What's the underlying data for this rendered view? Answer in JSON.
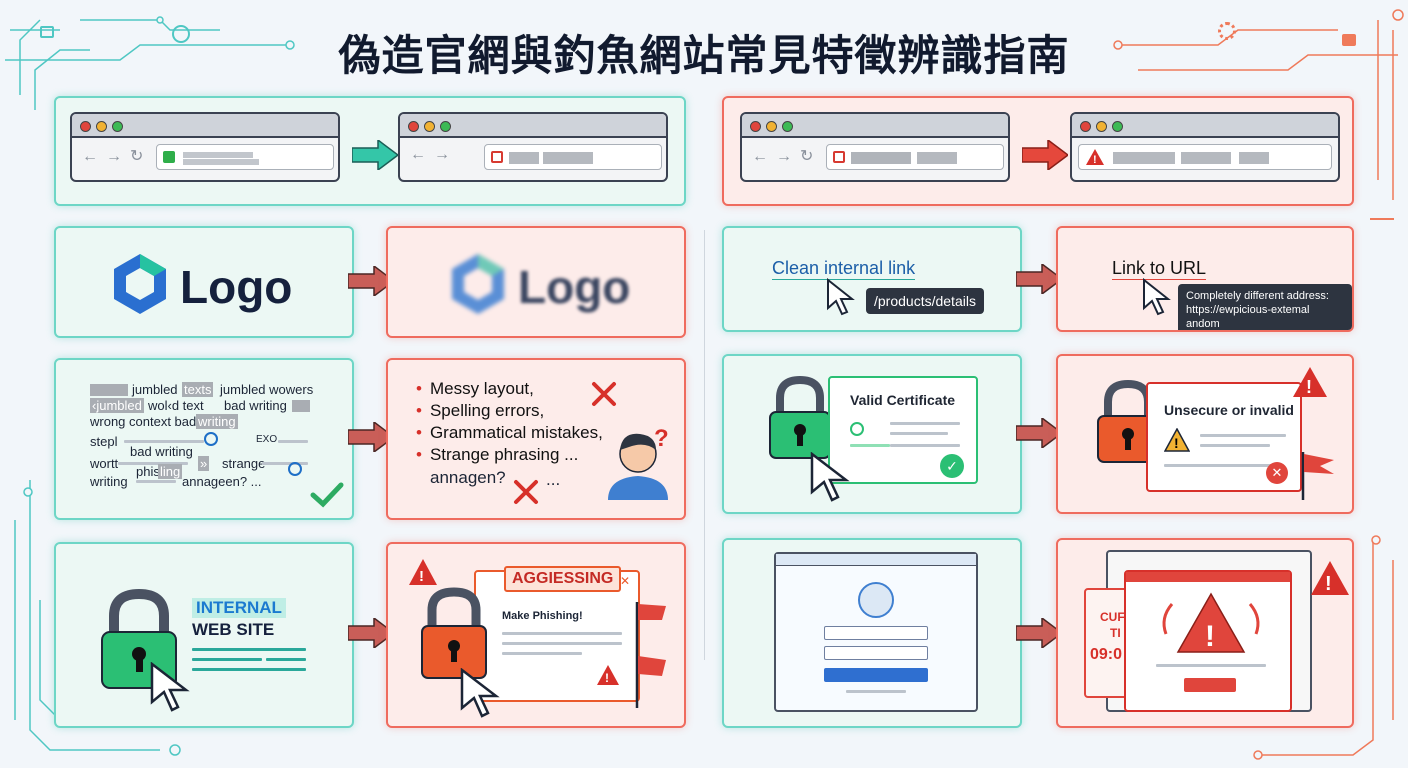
{
  "title": "偽造官網與釣魚網站常見特徵辨識指南",
  "logo": {
    "genuine": "Logo",
    "fake": "Logo"
  },
  "jumbled_text": {
    "lines": [
      [
        "jumbled",
        "texts",
        "jumbled wowers"
      ],
      [
        "‹jumbled",
        "wol‹d text",
        "bad writing"
      ],
      [
        "wrong context bad",
        "writing"
      ],
      [
        "stepl",
        "EXO"
      ],
      [
        "bad writing"
      ],
      [
        "wortt",
        "»",
        "strange"
      ],
      [
        "phis",
        "ling"
      ],
      [
        "writing",
        "annageen? ..."
      ]
    ]
  },
  "text_problems": [
    "Messy layout,",
    "Spelling errors,",
    "Grammatical mistakes,",
    "Strange phrasing ...",
    "annagen?",
    "..."
  ],
  "internal": {
    "line1": "INTERNAL",
    "line2": "WEB SITE"
  },
  "fake_popup": {
    "header": "AGGIESSING",
    "body": "Make Phishing!"
  },
  "links": {
    "clean_label": "Clean internal link",
    "clean_tip": "/products/details",
    "bad_label": "Link to URL",
    "bad_tip_line1": "Completely different address:",
    "bad_tip_line2": "https://ewpicious-extemal andom"
  },
  "certificates": {
    "valid": "Valid Certificate",
    "invalid": "Unsecure or invalid"
  },
  "scam": {
    "back_line1": "CUF",
    "back_line2": "TI",
    "back_line3": "09:0"
  }
}
